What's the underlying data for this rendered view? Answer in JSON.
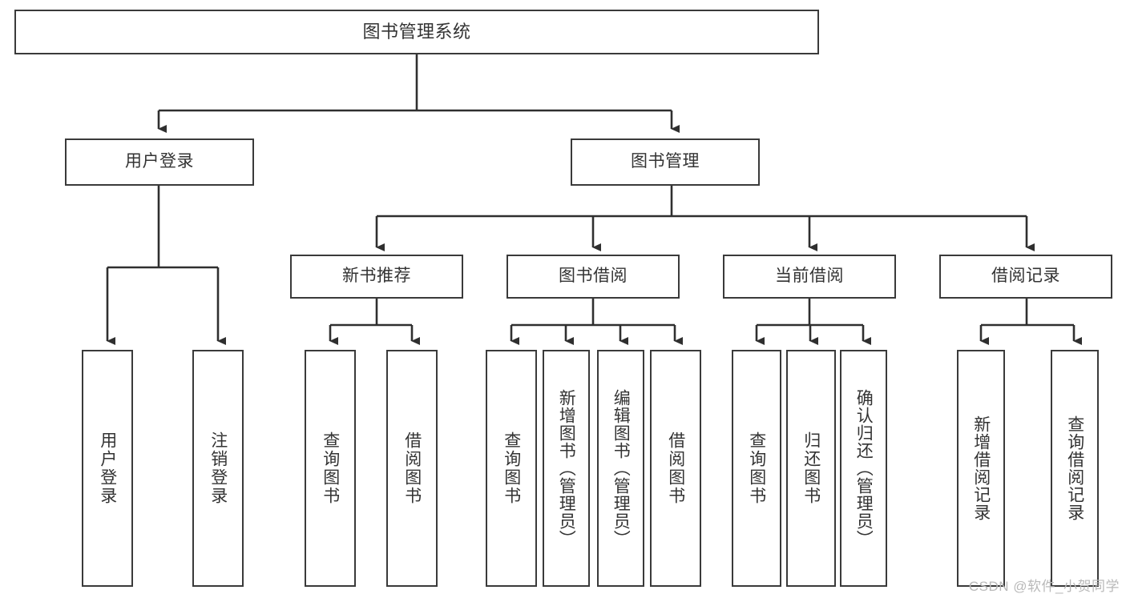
{
  "diagram": {
    "title": "图书管理系统",
    "type": "tree-hierarchy",
    "orientation": "top-down",
    "colors": {
      "box_border": "#3a3a3a",
      "box_fill": "#ffffff",
      "text": "#333333",
      "edge": "#2f2f2f",
      "watermark": "#b9b9b9"
    },
    "root": {
      "id": "root",
      "label": "图书管理系统"
    },
    "level2": [
      {
        "id": "user-login",
        "label": "用户登录"
      },
      {
        "id": "book-manage",
        "label": "图书管理"
      }
    ],
    "level3": [
      {
        "id": "new-book-rec",
        "label": "新书推荐"
      },
      {
        "id": "book-borrow",
        "label": "图书借阅"
      },
      {
        "id": "current-borrow",
        "label": "当前借阅"
      },
      {
        "id": "borrow-record",
        "label": "借阅记录"
      }
    ],
    "leaves": {
      "user_login": [
        {
          "id": "leaf-user-login",
          "label": "用户登录"
        },
        {
          "id": "leaf-logout",
          "label": "注销登录"
        }
      ],
      "new_book_rec": [
        {
          "id": "leaf-query-book-1",
          "label": "查询图书"
        },
        {
          "id": "leaf-borrow-book-1",
          "label": "借阅图书"
        }
      ],
      "book_borrow": [
        {
          "id": "leaf-query-book-2",
          "label": "查询图书"
        },
        {
          "id": "leaf-add-book",
          "label": "新增图书（管理员）"
        },
        {
          "id": "leaf-edit-book",
          "label": "编辑图书（管理员）"
        },
        {
          "id": "leaf-borrow-book-2",
          "label": "借阅图书"
        }
      ],
      "current_borrow": [
        {
          "id": "leaf-query-book-3",
          "label": "查询图书"
        },
        {
          "id": "leaf-return-book",
          "label": "归还图书"
        },
        {
          "id": "leaf-confirm-return",
          "label": "确认归还（管理员）"
        }
      ],
      "borrow_record": [
        {
          "id": "leaf-add-record",
          "label": "新增借阅记录"
        },
        {
          "id": "leaf-query-record",
          "label": "查询借阅记录"
        }
      ]
    }
  },
  "watermark": {
    "text": "CSDN @软件_小贺同学"
  }
}
